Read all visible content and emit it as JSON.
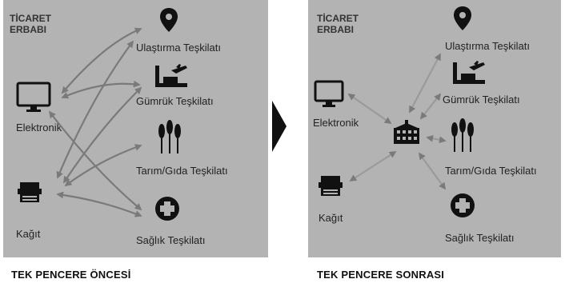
{
  "before": {
    "trader_line1": "TİCARET",
    "trader_line2": "ERBABI",
    "labels": {
      "electronic": "Elektronik",
      "paper": "Kağıt",
      "transport": "Ulaştırma Teşkilatı",
      "customs": "Gümrük Teşkilatı",
      "agri": "Tarım/Gıda Teşkilatı",
      "health": "Sağlık Teşkilatı"
    },
    "caption": "TEK PENCERE ÖNCESİ"
  },
  "after": {
    "trader_line1": "TİCARET",
    "trader_line2": "ERBABI",
    "labels": {
      "electronic": "Elektronik",
      "paper": "Kağıt",
      "transport": "Ulaştırma Teşkilatı",
      "customs": "Gümrük Teşkilatı",
      "agri": "Tarım/Gıda Teşkilatı",
      "health": "Sağlık Teşkilatı"
    },
    "caption": "TEK PENCERE SONRASI"
  },
  "colors": {
    "panel": "#b3b3b3",
    "arrow": "#7a7a7a",
    "icon": "#111111",
    "transition_arrow": "#111111"
  }
}
